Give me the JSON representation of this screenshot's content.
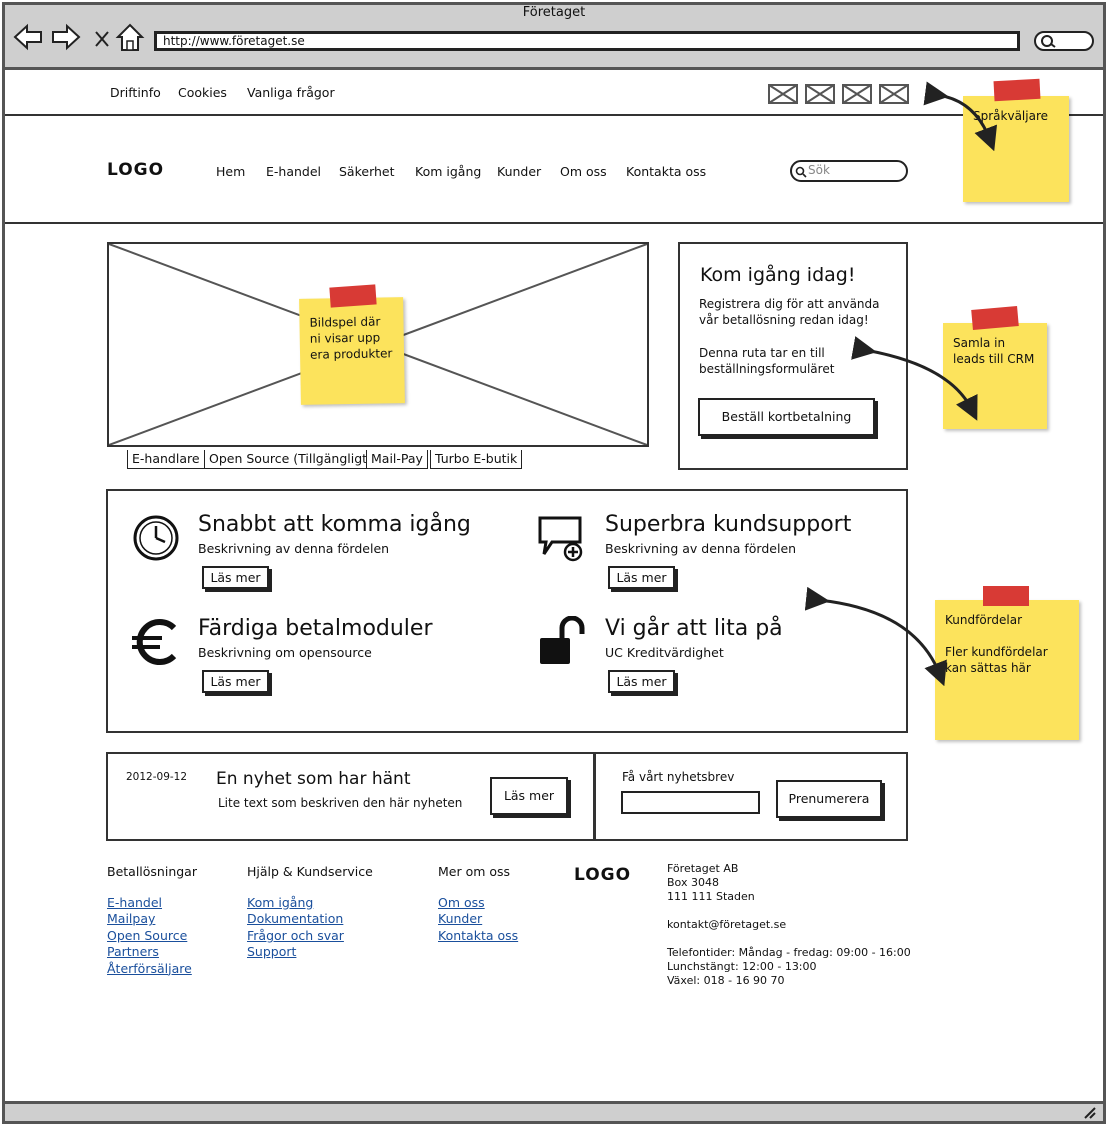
{
  "window": {
    "title": "Företaget"
  },
  "browser": {
    "url": "http://www.företaget.se"
  },
  "utility_nav": [
    "Driftinfo",
    "Cookies",
    "Vanliga frågor"
  ],
  "header": {
    "logo": "LOGO",
    "nav": [
      "Hem",
      "E-handel",
      "Säkerhet",
      "Kom igång",
      "Kunder",
      "Om oss",
      "Kontakta oss"
    ],
    "search_placeholder": "Sök"
  },
  "slideshow": {
    "tabs": [
      "E-handlare",
      "Open Source (Tillgängligt)",
      "Mail-Pay",
      "Turbo E-butik"
    ]
  },
  "get_started": {
    "title": "Kom igång idag!",
    "text1": "Registrera dig för att använda vår betallösning redan idag!",
    "text2": "Denna ruta tar en till beställningsformuläret",
    "button": "Beställ kortbetalning"
  },
  "benefits": [
    {
      "icon": "clock-icon",
      "title": "Snabbt att komma igång",
      "desc": "Beskrivning av denna fördelen",
      "button": "Läs mer"
    },
    {
      "icon": "chat-bubble-icon",
      "title": "Superbra kundsupport",
      "desc": "Beskrivning av denna fördelen",
      "button": "Läs mer"
    },
    {
      "icon": "euro-icon",
      "title": "Färdiga betalmoduler",
      "desc": "Beskrivning om opensource",
      "button": "Läs mer"
    },
    {
      "icon": "unlock-icon",
      "title": "Vi går att lita på",
      "desc": "UC Kreditvärdighet",
      "button": "Läs mer"
    }
  ],
  "news": {
    "date": "2012-09-12",
    "title": "En nyhet som har hänt",
    "text": "Lite text som beskriven den här nyheten",
    "button": "Läs mer"
  },
  "newsletter": {
    "label": "Få vårt nyhetsbrev",
    "button": "Prenumerera"
  },
  "footer": {
    "columns": [
      {
        "heading": "Betallösningar",
        "links": [
          "E-handel",
          "Mailpay",
          "Open Source",
          "Partners",
          "Återförsäljare"
        ]
      },
      {
        "heading": "Hjälp & Kundservice",
        "links": [
          "Kom igång",
          "Dokumentation",
          "Frågor och svar",
          "Support"
        ]
      },
      {
        "heading": "Mer om oss",
        "links": [
          "Om oss",
          "Kunder",
          "Kontakta oss"
        ]
      }
    ],
    "logo": "LOGO",
    "contact": [
      "Företaget AB",
      "Box 3048",
      "111 111 Staden",
      "",
      "kontakt@företaget.se",
      "",
      "Telefontider: Måndag - fredag: 09:00 - 16:00",
      "Lunchstängt: 12:00 - 13:00",
      "Växel: 018 - 16 90 70"
    ]
  },
  "notes": {
    "language": "Språkväljare",
    "slideshow": "Bildspel där ni visar upp era produkter",
    "crm": "Samla in leads till CRM",
    "benefits_title": "Kundfördelar",
    "benefits_text": "Fler kundfördelar kan sättas här"
  },
  "colors": {
    "note_yellow": "#fce35c",
    "tape_red": "#d83a35",
    "link_blue": "#1a4f9c",
    "chrome_grey": "#cfcfcf"
  }
}
